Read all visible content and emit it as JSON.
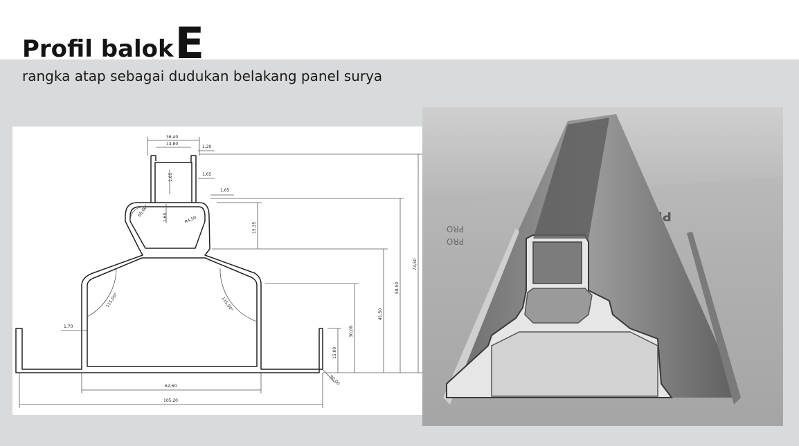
{
  "header": {
    "title_text": "Profil balok",
    "title_letter": "E",
    "subtitle": "rangka atap sebagai dudukan belakang panel surya"
  },
  "drawing": {
    "dimensions": {
      "top_width": "36,40",
      "inner_width": "14,80",
      "lip_thickness": "1,20",
      "wall_a": "1,65",
      "wall_b": "1,65",
      "wall_c": "1,65",
      "wall_d": "1,65",
      "angle_upper": "65,00°",
      "radius": "R4,50",
      "height_upper": "15,35",
      "angle_left": "115,00°",
      "angle_right": "115,00°",
      "wall_left": "1,70",
      "height_30": "30,09",
      "height_15": "15,00",
      "height_41": "41,50",
      "height_58": "58,50",
      "height_73": "73,50",
      "base_inner": "62,60",
      "base_total": "105,20",
      "foot_angle": "90,00"
    }
  },
  "photo": {
    "label_1": "PRO",
    "label_2": "PRO",
    "label_3": "PRO"
  },
  "colors": {
    "panel_bg": "#d9dadb",
    "title": "#141414",
    "line": "#222222"
  }
}
